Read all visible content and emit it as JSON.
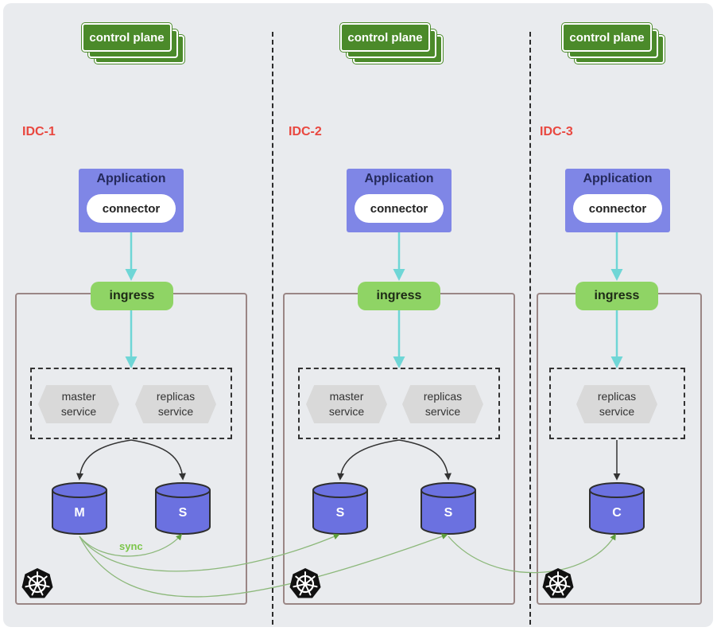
{
  "idcs": [
    {
      "label": "IDC-1",
      "control_plane": "control plane",
      "app_title": "Application",
      "connector": "connector",
      "ingress": "ingress",
      "services": [
        {
          "line1": "master",
          "line2": "service"
        },
        {
          "line1": "replicas",
          "line2": "service"
        }
      ],
      "nodes": [
        {
          "label": "M"
        },
        {
          "label": "S"
        }
      ]
    },
    {
      "label": "IDC-2",
      "control_plane": "control plane",
      "app_title": "Application",
      "connector": "connector",
      "ingress": "ingress",
      "services": [
        {
          "line1": "master",
          "line2": "service"
        },
        {
          "line1": "replicas",
          "line2": "service"
        }
      ],
      "nodes": [
        {
          "label": "S"
        },
        {
          "label": "S"
        }
      ]
    },
    {
      "label": "IDC-3",
      "control_plane": "control plane",
      "app_title": "Application",
      "connector": "connector",
      "ingress": "ingress",
      "services": [
        {
          "line1": "replicas",
          "line2": "service"
        }
      ],
      "nodes": [
        {
          "label": "C"
        }
      ]
    }
  ],
  "sync_label": "sync",
  "icons": {
    "cluster": "kubernetes-wheel-icon"
  },
  "colors": {
    "control_plane": "#4b8a2a",
    "idc_label": "#e9473f",
    "application": "#7f86e6",
    "ingress": "#8fd465",
    "database": "#6b71e0",
    "arrow_cyan": "#6fd6d6",
    "sync_arrow": "#8cb87a",
    "sync_text": "#7cc64a"
  }
}
